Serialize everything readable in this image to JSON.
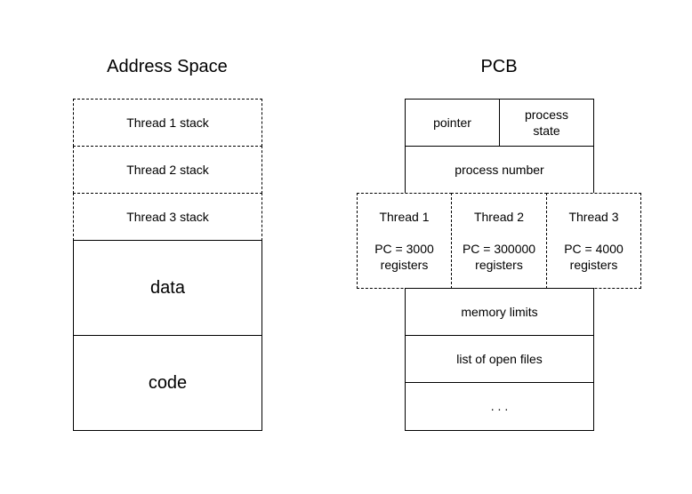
{
  "address_space": {
    "title": "Address Space",
    "thread1_stack": "Thread 1 stack",
    "thread2_stack": "Thread 2 stack",
    "thread3_stack": "Thread 3 stack",
    "data": "data",
    "code": "code"
  },
  "pcb": {
    "title": "PCB",
    "pointer": "pointer",
    "process_state": "process state",
    "process_number": "process number",
    "threads": [
      {
        "name": "Thread 1",
        "pc": "PC = 3000",
        "registers": "registers"
      },
      {
        "name": "Thread 2",
        "pc": "PC = 300000",
        "registers": "registers"
      },
      {
        "name": "Thread 3",
        "pc": "PC = 4000",
        "registers": "registers"
      }
    ],
    "memory_limits": "memory limits",
    "open_files": "list of open files",
    "ellipsis": ". . ."
  }
}
